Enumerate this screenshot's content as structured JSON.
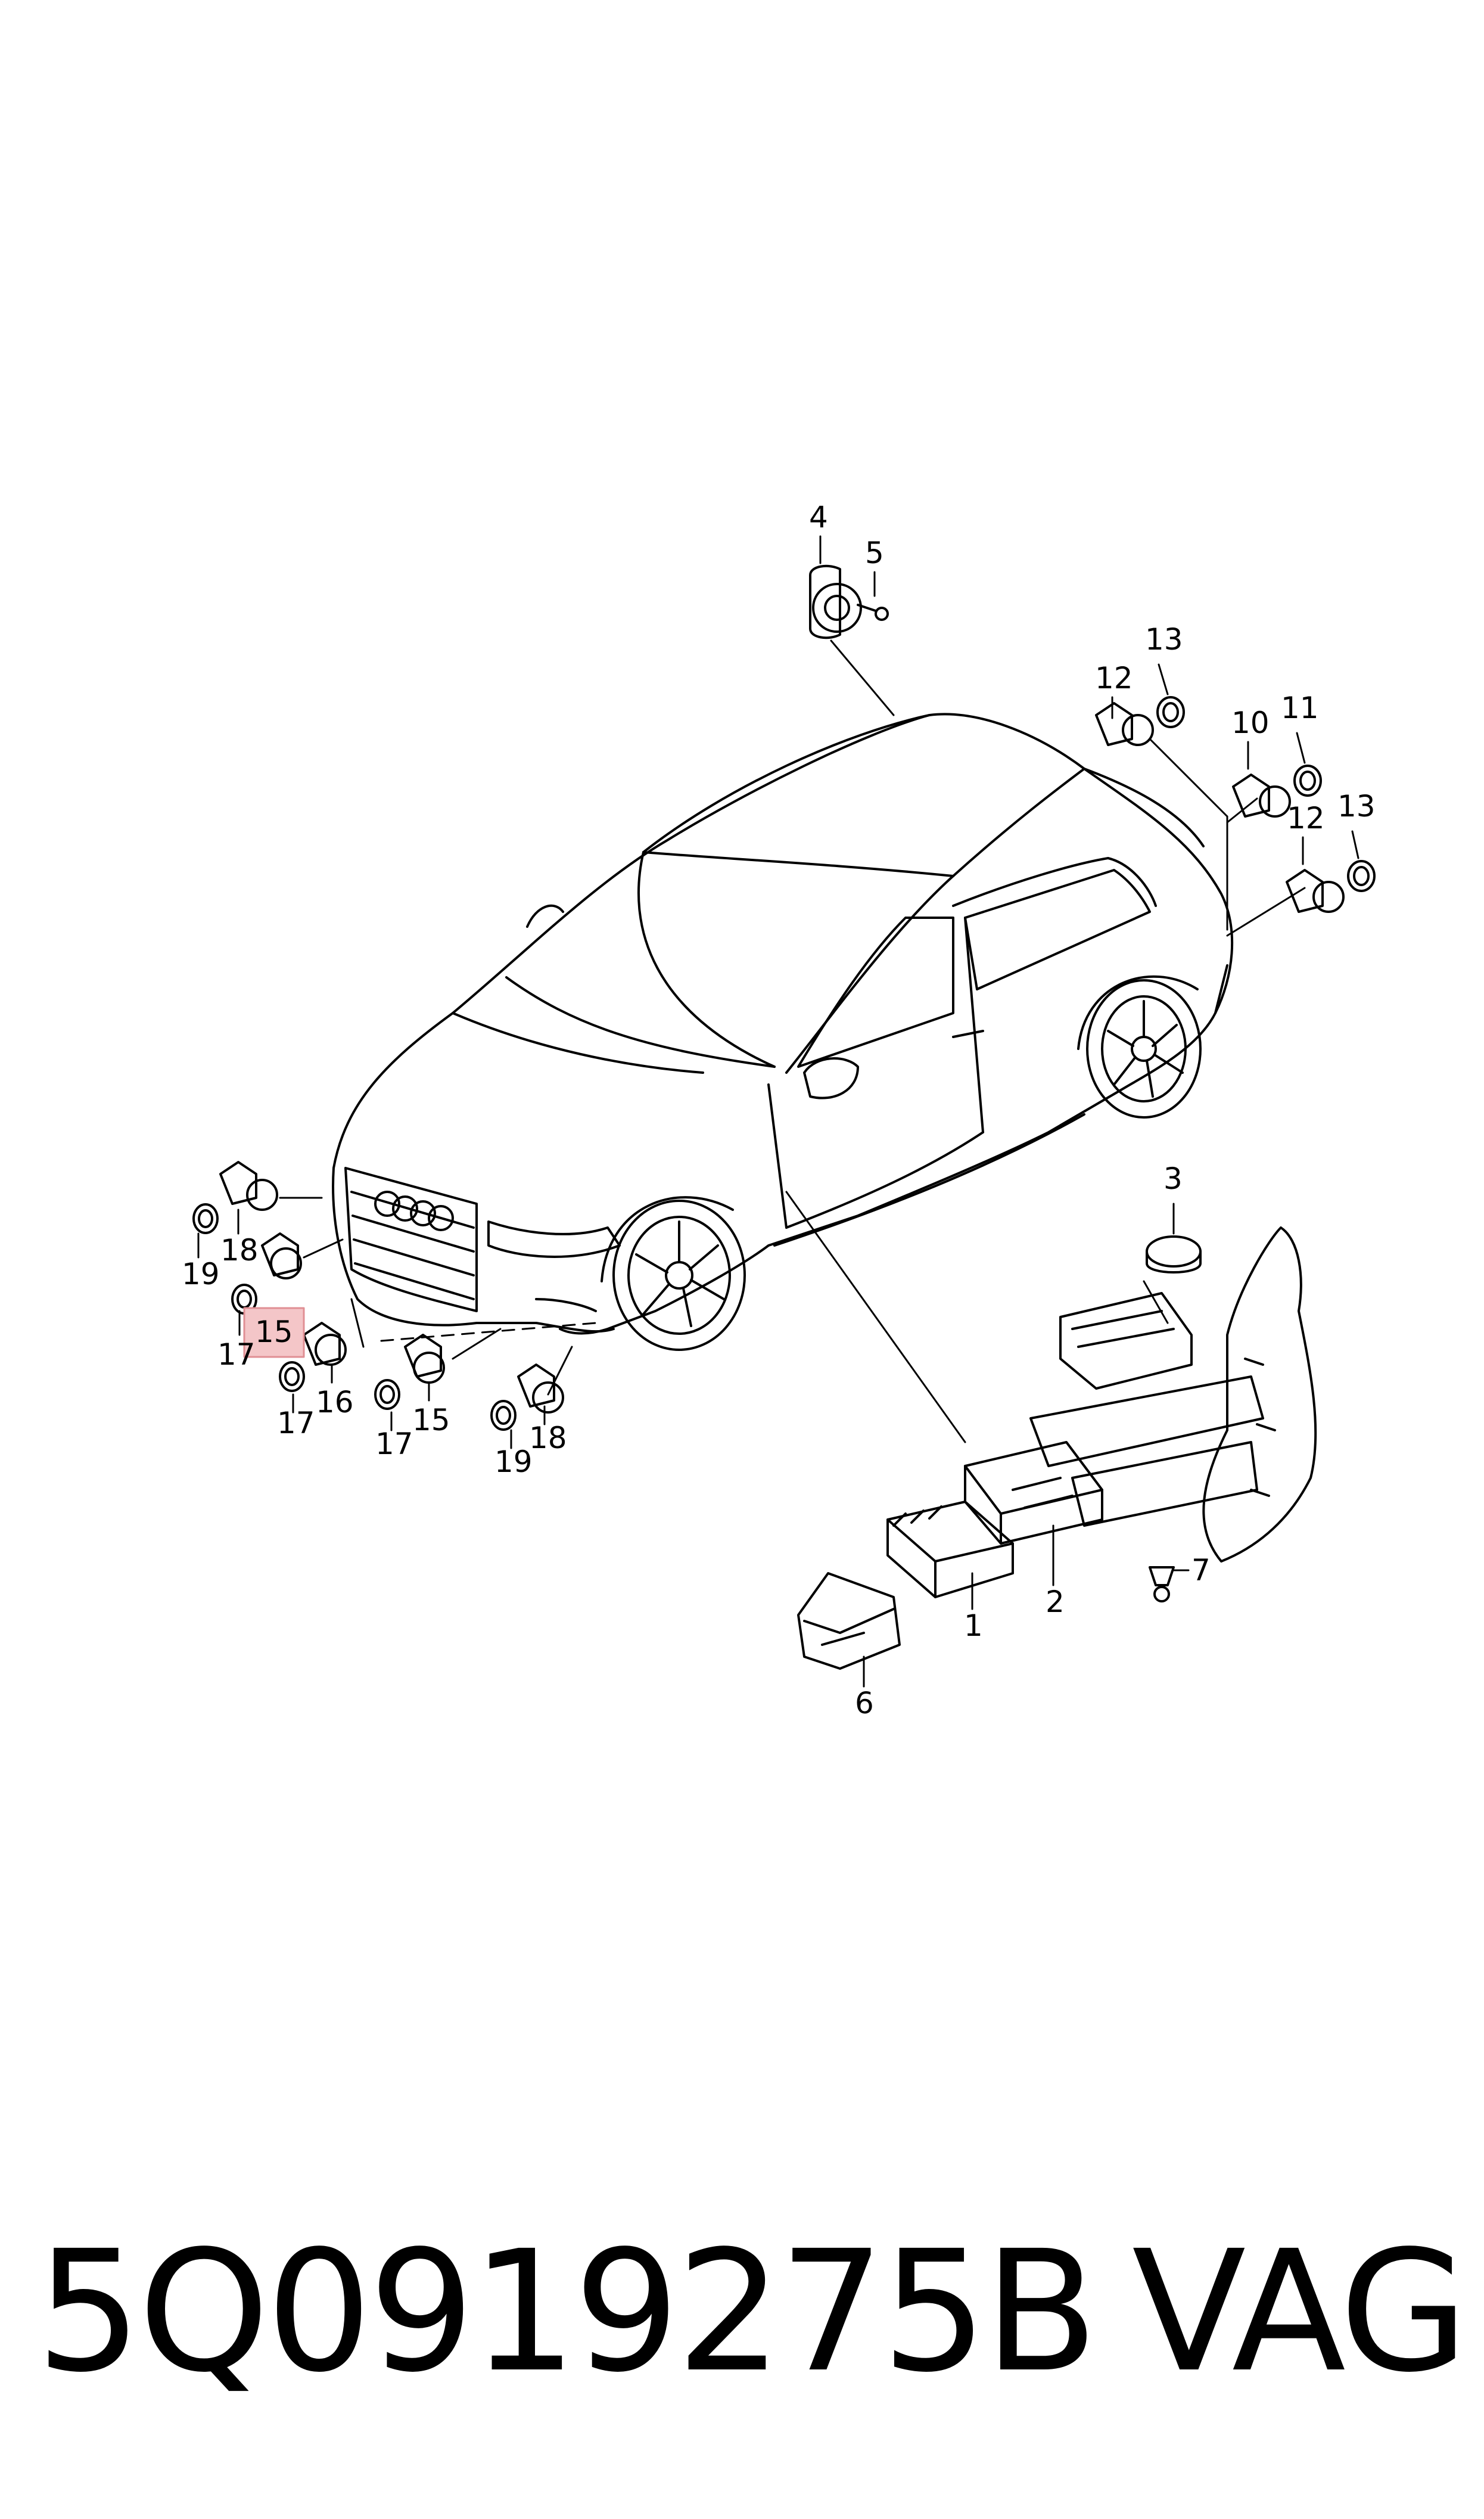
{
  "diagram": {
    "callouts": {
      "c1": "1",
      "c2": "2",
      "c3": "3",
      "c4": "4",
      "c5": "5",
      "c6": "6",
      "c7": "7",
      "c10": "10",
      "c11": "11",
      "c12a": "12",
      "c12b": "12",
      "c13a": "13",
      "c13b": "13",
      "c15a": "15",
      "c15b": "15",
      "c16": "16",
      "c17a": "17",
      "c17b": "17",
      "c17c": "17",
      "c18a": "18",
      "c18b": "18",
      "c19a": "19",
      "c19b": "19"
    },
    "highlight_color": "#f4c6c8"
  },
  "footer": {
    "part_number": "5Q0919275B",
    "brand": "VAG"
  }
}
